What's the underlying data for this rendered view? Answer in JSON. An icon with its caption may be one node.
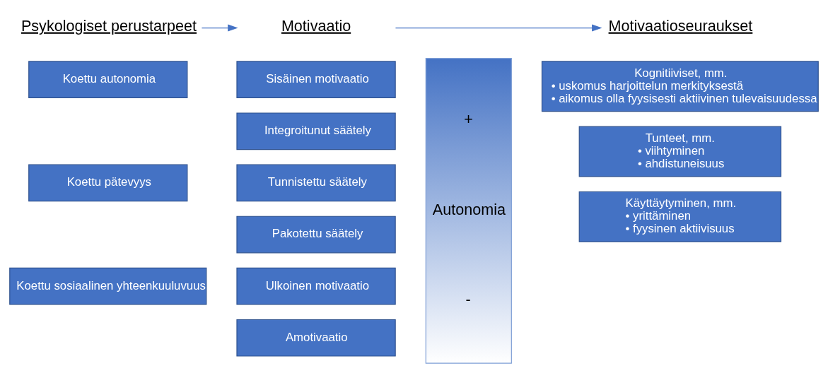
{
  "diagram": {
    "nodes": [
      {
        "text": [
          "Psykologiset perustarpeet"
        ]
      },
      {
        "text": [
          "Motivaatio"
        ]
      },
      {
        "text": [
          "Motivaatioseuraukset"
        ]
      },
      {
        "text": [
          "Koettu autonomia"
        ]
      },
      {
        "text": [
          "Koettu pätevyys"
        ]
      },
      {
        "text": [
          "Koettu sosiaalinen yhteenkuuluvuus"
        ]
      },
      {
        "text": [
          "Sisäinen motivaatio"
        ]
      },
      {
        "text": [
          "Integroitunut säätely"
        ]
      },
      {
        "text": [
          "Tunnistettu säätely"
        ]
      },
      {
        "text": [
          "Pakotettu säätely"
        ]
      },
      {
        "text": [
          "Ulkoinen motivaatio"
        ]
      },
      {
        "text": [
          "Amotivaatio"
        ]
      },
      {
        "text": [
          "+",
          "Autonomia",
          "-"
        ]
      },
      {
        "text": [
          "Kognitiiviset, mm.",
          "• uskomus harjoittelun merkityksestä",
          "• aikomus olla fyysisesti aktiivinen tulevaisuudessa"
        ]
      },
      {
        "text": [
          "Tunteet, mm.",
          "• viihtyminen",
          "• ahdistuneisuus"
        ]
      },
      {
        "text": [
          "Käyttäytyminen, mm.",
          "• yrittäminen",
          "• fyysinen aktiivisuus"
        ]
      }
    ],
    "edges": [
      {
        "from": 0,
        "to": 1,
        "arrow": "to"
      },
      {
        "from": 1,
        "to": 2,
        "arrow": "to"
      }
    ]
  }
}
